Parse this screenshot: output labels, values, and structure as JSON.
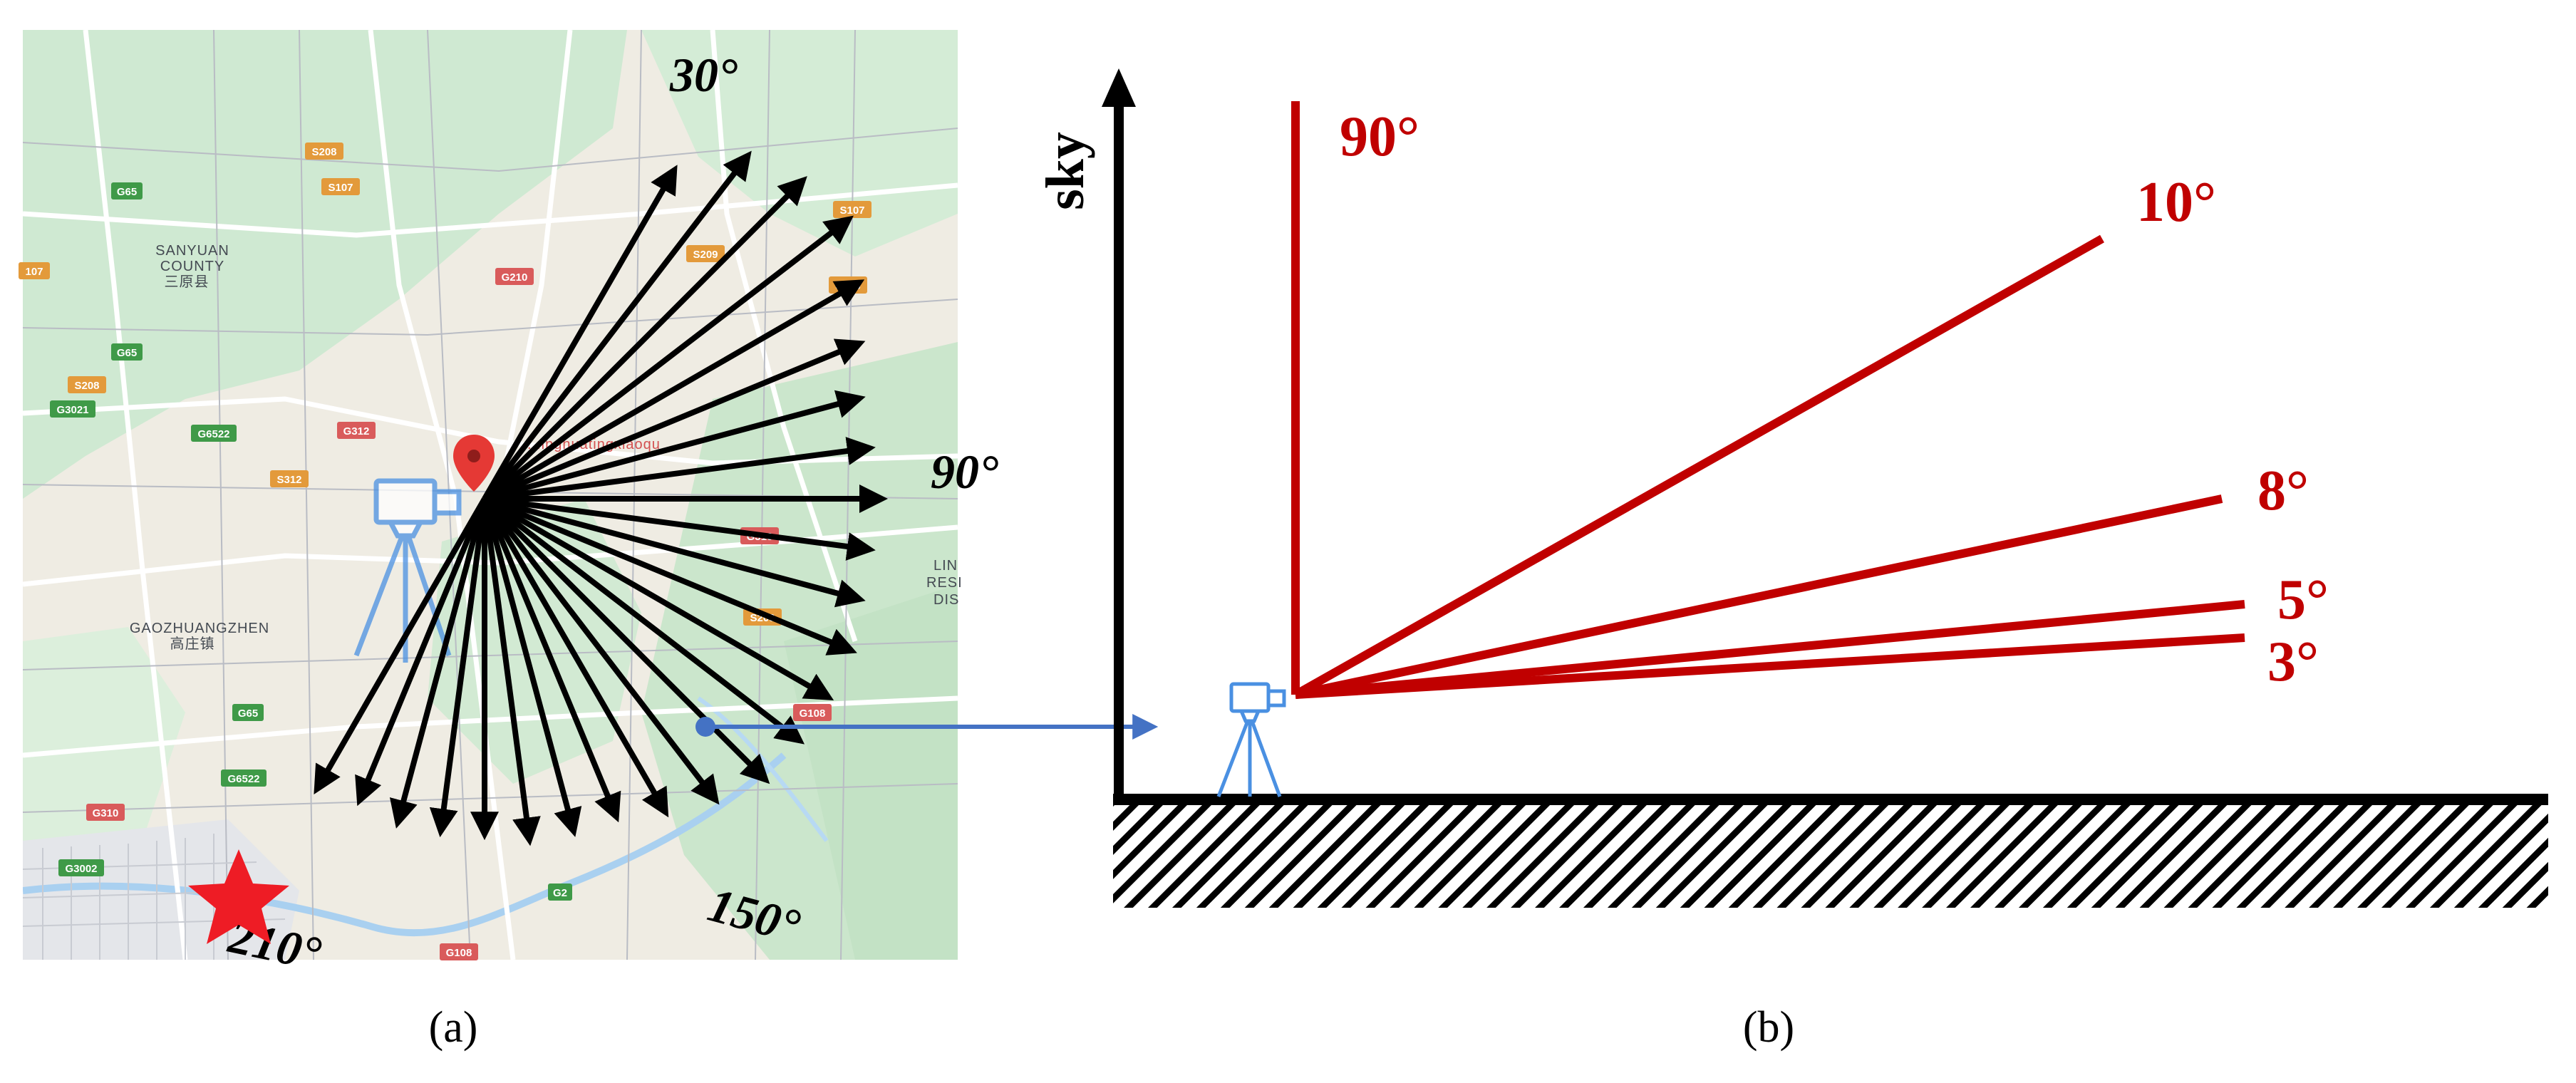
{
  "panel_a": {
    "caption": "(a)",
    "azimuth_labels": [
      "30°",
      "90°",
      "150°",
      "210°"
    ],
    "place_labels": [
      {
        "id": "sanyuan",
        "lines": [
          "SANYUAN",
          "COUNTY",
          "三原县"
        ]
      },
      {
        "id": "gaozhuang",
        "lines": [
          "GAOZHUANGZHEN",
          "高庄镇"
        ]
      },
      {
        "id": "resi",
        "lines": [
          "LIN",
          "RESI",
          "DIS"
        ]
      },
      {
        "id": "pin",
        "lines": [
          "...inghuatingxiaoqu"
        ]
      }
    ],
    "road_labels": [
      {
        "text": "S208",
        "color": "#e39a3b"
      },
      {
        "text": "S107",
        "color": "#e39a3b"
      },
      {
        "text": "G65",
        "color": "#3f9a48"
      },
      {
        "text": "107",
        "color": "#e39a3b"
      },
      {
        "text": "G65",
        "color": "#3f9a48"
      },
      {
        "text": "S208",
        "color": "#e39a3b"
      },
      {
        "text": "G3021",
        "color": "#3f9a48"
      },
      {
        "text": "G6522",
        "color": "#3f9a48"
      },
      {
        "text": "G312",
        "color": "#d95b5b"
      },
      {
        "text": "S312",
        "color": "#e39a3b"
      },
      {
        "text": "G210",
        "color": "#d95b5b"
      },
      {
        "text": "S209",
        "color": "#e39a3b"
      },
      {
        "text": "S107",
        "color": "#e39a3b"
      },
      {
        "text": "S108",
        "color": "#e39a3b"
      },
      {
        "text": "G310",
        "color": "#d95b5b"
      },
      {
        "text": "S209",
        "color": "#e39a3b"
      },
      {
        "text": "G108",
        "color": "#d95b5b"
      },
      {
        "text": "G65",
        "color": "#3f9a48"
      },
      {
        "text": "G6522",
        "color": "#3f9a48"
      },
      {
        "text": "G310",
        "color": "#d95b5b"
      },
      {
        "text": "G3002",
        "color": "#3f9a48"
      },
      {
        "text": "G108",
        "color": "#d95b5b"
      },
      {
        "text": "G2",
        "color": "#3f9a48"
      }
    ],
    "ray_azimuths_deg": [
      30,
      37.5,
      45,
      52.5,
      60,
      67.5,
      75,
      82.5,
      90,
      97.5,
      105,
      112.5,
      120,
      127.5,
      135,
      142.5,
      150,
      157.5,
      165,
      172.5,
      180,
      187.5,
      195,
      202.5,
      210
    ],
    "colors": {
      "map_green": "#cbe8cf",
      "map_beige": "#efece3",
      "ray": "#000000",
      "marker": "#e53935",
      "star": "#ee1c25",
      "camera": "#4a90e2"
    }
  },
  "panel_b": {
    "caption": "(b)",
    "axis_label": "sky",
    "elevation_labels": [
      "90°",
      "10°",
      "8°",
      "5°",
      "3°"
    ],
    "elevations_deg": [
      90,
      10,
      8,
      5,
      3
    ],
    "colors": {
      "elevation_line": "#c00000",
      "connector": "#4472c4",
      "axis": "#000000"
    }
  }
}
